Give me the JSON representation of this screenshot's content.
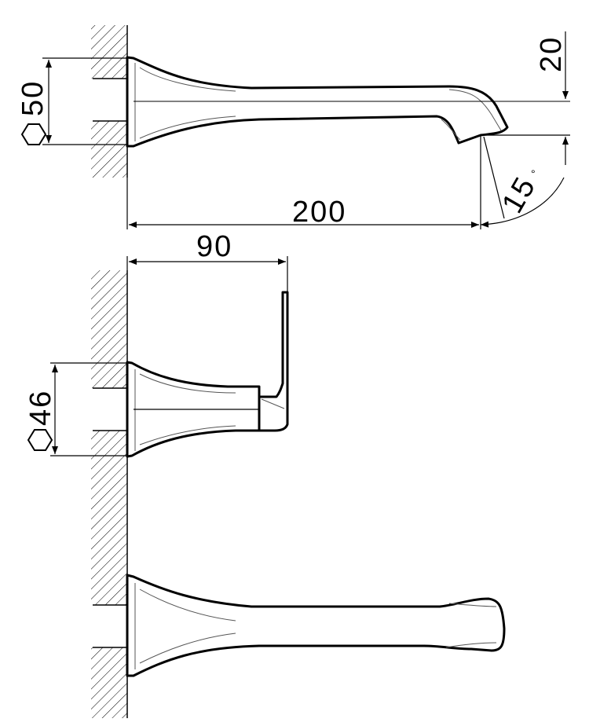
{
  "view_top": {
    "hex_size": "50",
    "height_offset": "20",
    "spout_projection": "200",
    "spout_angle": "15",
    "degree_symbol": "°"
  },
  "view_middle": {
    "hex_size": "46",
    "handle_projection": "90"
  }
}
